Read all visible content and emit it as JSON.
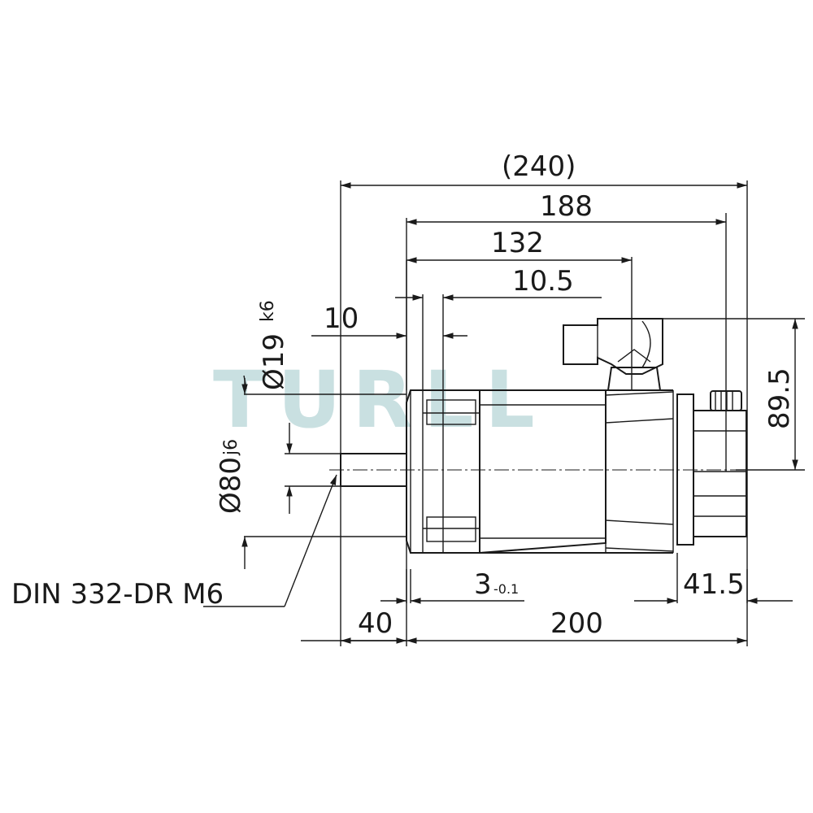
{
  "watermark": "TURLL",
  "dimensions": {
    "overall_length": "(240)",
    "body_188": "188",
    "length_132": "132",
    "flange_10_5": "10.5",
    "flange_10": "10",
    "shaft_dia": "Ø19",
    "shaft_tol": "k6",
    "pilot_dia": "Ø80",
    "pilot_tol": "j6",
    "height_89_5": "89.5",
    "shaft_thread": "DIN 332-DR M6",
    "spigot_main": "3",
    "spigot_tol": "-0.1",
    "rear_41_5": "41.5",
    "shaft_40": "40",
    "body_200": "200"
  }
}
